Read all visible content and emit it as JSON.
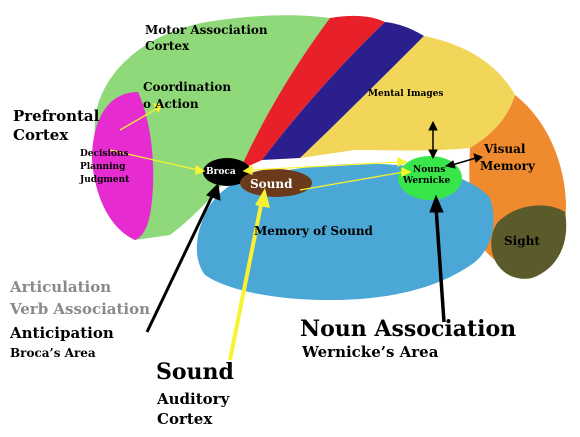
{
  "labels": {
    "motor_association": "Motor Association",
    "motor_cortex": "Cortex",
    "coordination": "Coordination",
    "of_action": "o Action",
    "prefrontal": "Prefrontal",
    "prefrontal_cortex": "Cortex",
    "decisions": "Decisions",
    "planning": "Planning",
    "judgment": "Judgment",
    "mental_images": "Mental Images",
    "broca_spot": "Broca",
    "sound_spot": "Sound",
    "nouns": "Nouns",
    "wernicke": "Wernicke",
    "visual": "Visual",
    "memory": "Memory",
    "memory_of_sound": "Memory of Sound",
    "sight": "Sight",
    "articulation": "Articulation",
    "verb_association": "Verb Association",
    "anticipation": "Anticipation",
    "brocas_area": "Broca’s Area",
    "noun_association": "Noun Association",
    "wernickes_area": "Wernicke’s Area",
    "sound_big": "Sound",
    "auditory": "Auditory",
    "auditory_cortex": "Cortex"
  },
  "colors": {
    "prefrontal": "#e62bd0",
    "frontal": "#8fd97a",
    "motor": "#e8202a",
    "sensory_strip": "#2a1f8c",
    "parietal": "#f2d65a",
    "occipital": "#ef8a2e",
    "temporal": "#4aa7d6",
    "wernicke": "#39e64a",
    "broca": "#000000",
    "sound": "#6b3a1a",
    "sight": "#5a5a2a",
    "arrow_yellow": "#f7f232"
  }
}
